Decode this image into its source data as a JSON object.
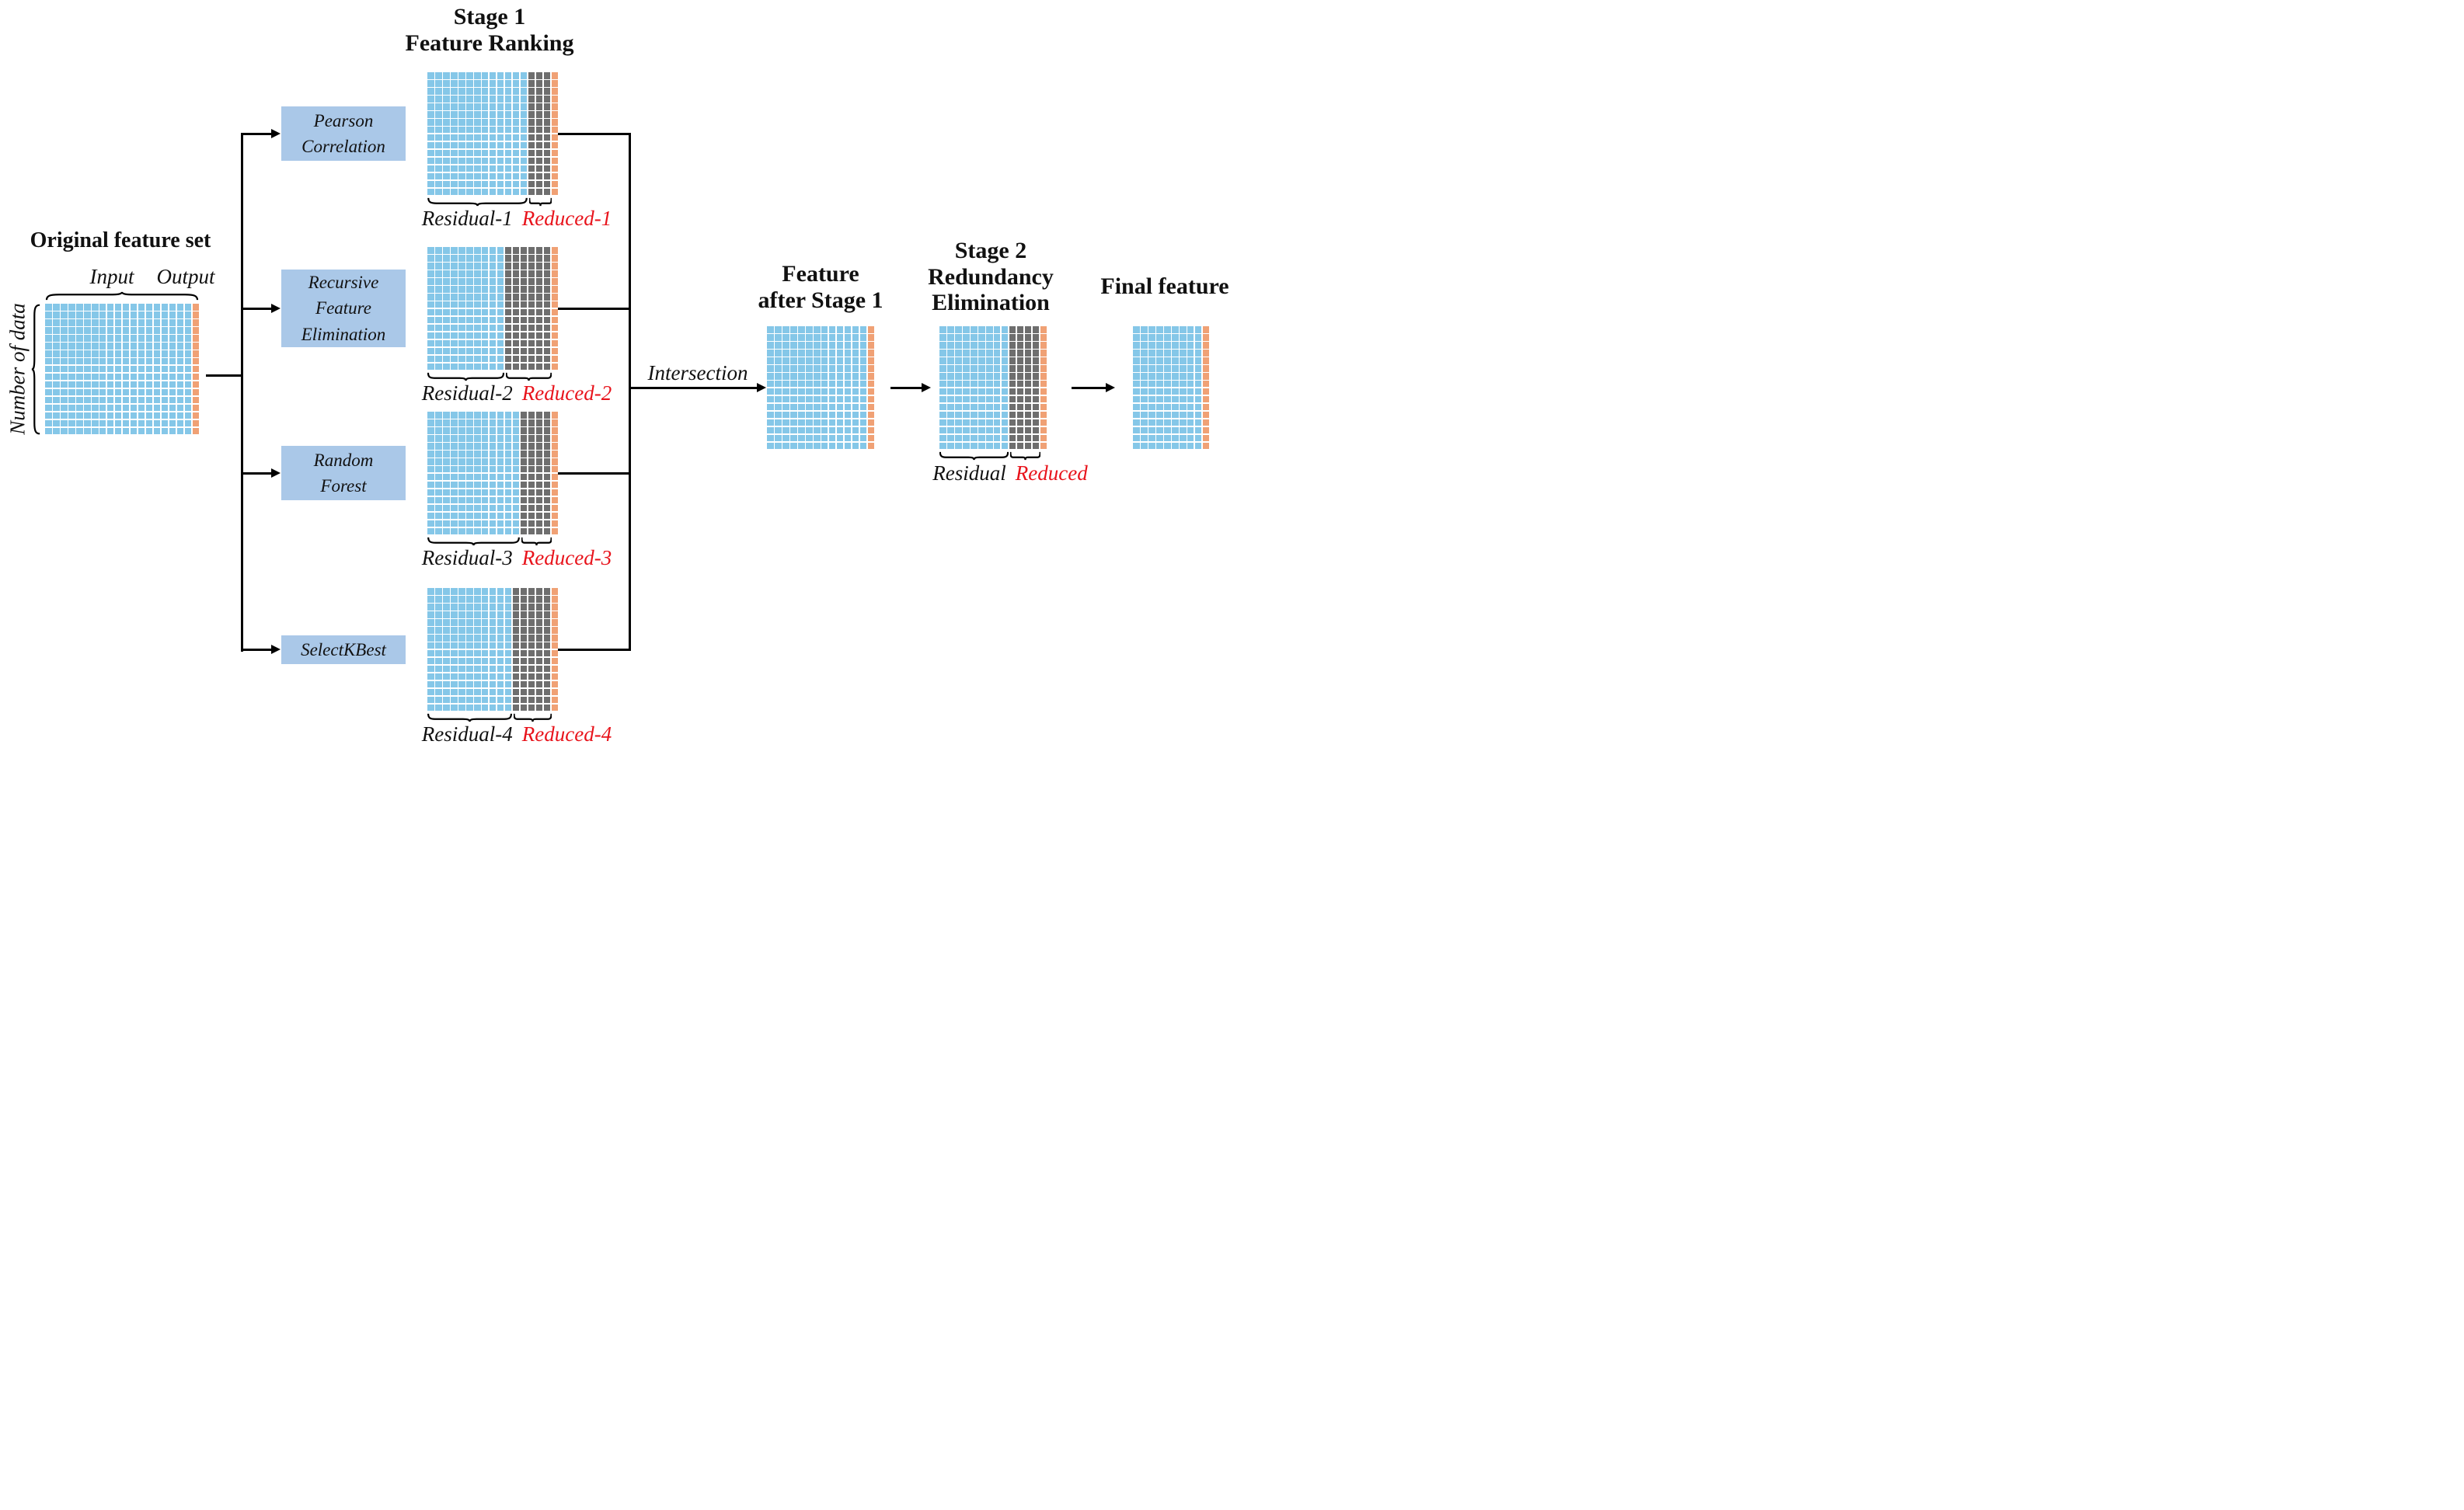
{
  "stage1_title": {
    "line1": "Stage 1",
    "line2": "Feature Ranking"
  },
  "original_block": {
    "title": "Original feature set",
    "input_label": "Input",
    "output_label": "Output",
    "rows_label": "Number of data"
  },
  "methods": [
    {
      "name": "Pearson Correlation",
      "line1": "Pearson",
      "line2": "Correlation"
    },
    {
      "name": "Recursive Feature Elimination",
      "line1": "Recursive",
      "line2": "Feature",
      "line3": "Elimination"
    },
    {
      "name": "Random Forest",
      "line1": "Random",
      "line2": "Forest"
    },
    {
      "name": "SelectKBest",
      "line1": "SelectKBest"
    }
  ],
  "stage1_results": [
    {
      "residual": "Residual-1",
      "reduced": "Reduced-1"
    },
    {
      "residual": "Residual-2",
      "reduced": "Reduced-2"
    },
    {
      "residual": "Residual-3",
      "reduced": "Reduced-3"
    },
    {
      "residual": "Residual-4",
      "reduced": "Reduced-4"
    }
  ],
  "intersection_label": "Intersection",
  "feature_after_title": {
    "line1": "Feature",
    "line2": "after Stage 1"
  },
  "stage2_title": {
    "line1": "Stage 2",
    "line2": "Redundancy",
    "line3": "Elimination"
  },
  "stage2_labels": {
    "residual": "Residual",
    "reduced": "Reduced"
  },
  "final_title": "Final feature",
  "grids": {
    "original": {
      "cols": 20,
      "rows": 17,
      "blue": 19,
      "gray": 0
    },
    "s1g1": {
      "cols": 17,
      "rows": 16,
      "blue": 13,
      "gray": 3
    },
    "s1g2": {
      "cols": 17,
      "rows": 16,
      "blue": 10,
      "gray": 6
    },
    "s1g3": {
      "cols": 17,
      "rows": 16,
      "blue": 12,
      "gray": 4
    },
    "s1g4": {
      "cols": 17,
      "rows": 16,
      "blue": 11,
      "gray": 5
    },
    "after": {
      "cols": 14,
      "rows": 16,
      "blue": 13,
      "gray": 0
    },
    "stage2": {
      "cols": 14,
      "rows": 16,
      "blue": 9,
      "gray": 4
    },
    "final": {
      "cols": 10,
      "rows": 16,
      "blue": 9,
      "gray": 0
    }
  },
  "colors": {
    "cell_blue": "#85C7E8",
    "cell_gray": "#6E6E6E",
    "cell_orange": "#F0A175",
    "box_blue": "#AAC8E8",
    "reduced_red": "#E8131B",
    "line_black": "#000000"
  }
}
